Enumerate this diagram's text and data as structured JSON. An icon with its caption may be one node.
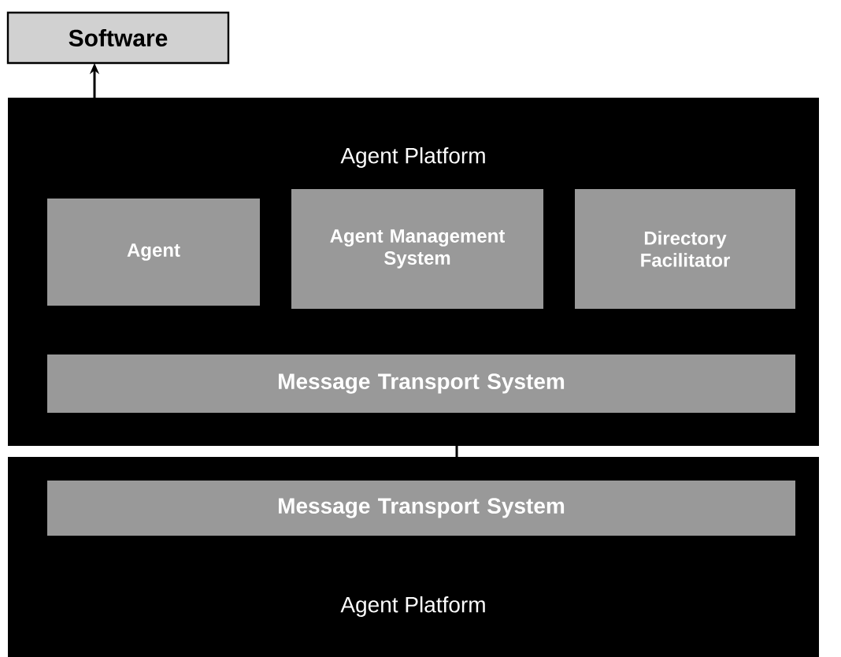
{
  "diagram": {
    "nodes": [
      {
        "text": [
          "Software"
        ]
      },
      {
        "text": [
          "Agent Platform"
        ]
      },
      {
        "text": [
          "Agent"
        ],
        "in": 1
      },
      {
        "text": [
          "Agent Management System"
        ],
        "in": 1
      },
      {
        "text": [
          "Directory Facilitator"
        ],
        "in": 1
      },
      {
        "text": [
          "Message Transport System"
        ],
        "in": 1
      },
      {
        "text": [
          "Agent Platform"
        ]
      },
      {
        "text": [
          "Message Transport System"
        ],
        "in": 6
      }
    ],
    "edges": [
      {
        "from": 1,
        "to": 0,
        "arrow": "to"
      },
      {
        "from": 5,
        "to": 7,
        "arrow": "none"
      }
    ]
  }
}
